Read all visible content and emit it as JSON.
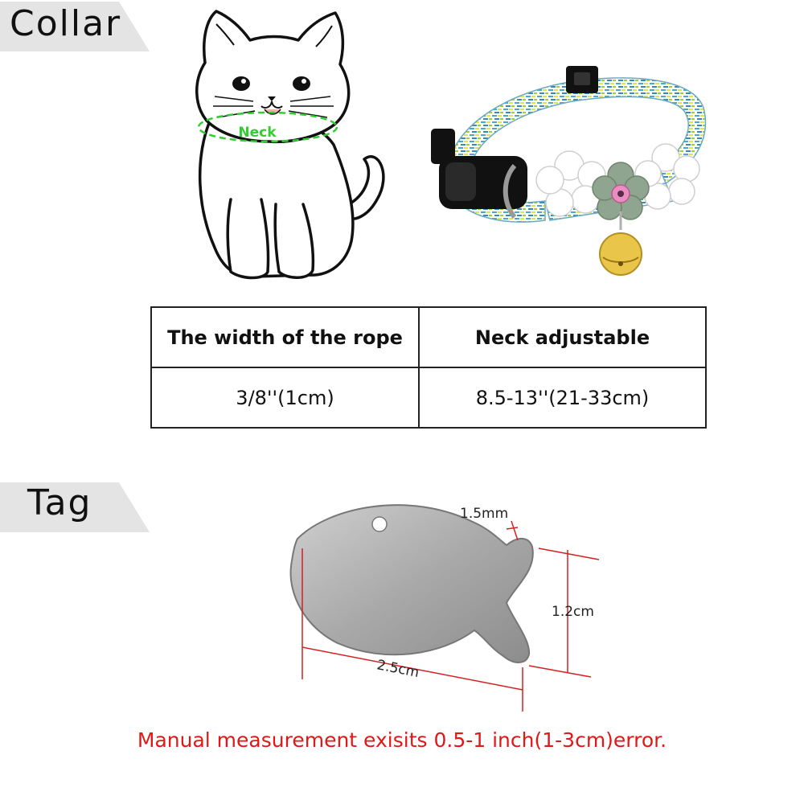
{
  "sections": {
    "collar_label": "Collar",
    "tag_label": "Tag"
  },
  "kitten": {
    "neck_label": "Neck"
  },
  "table": {
    "headers": [
      "The width of the rope",
      "Neck adjustable"
    ],
    "values": [
      "3/8''(1cm)",
      "8.5-13''(21-33cm)"
    ]
  },
  "tag_dimensions": {
    "thickness": "1.5mm",
    "height": "1.2cm",
    "length": "2.5cm"
  },
  "note": "Manual measurement exisits 0.5-1 inch(1-3cm)error.",
  "colors": {
    "section_bg": "#e4e4e4",
    "neck_green": "#33cc33",
    "note_red": "#e01818",
    "dimension_red": "#d42020",
    "collar_blue": "#4da7c9",
    "collar_yellow": "#d8e84a",
    "bell_gold": "#e9c64a"
  }
}
